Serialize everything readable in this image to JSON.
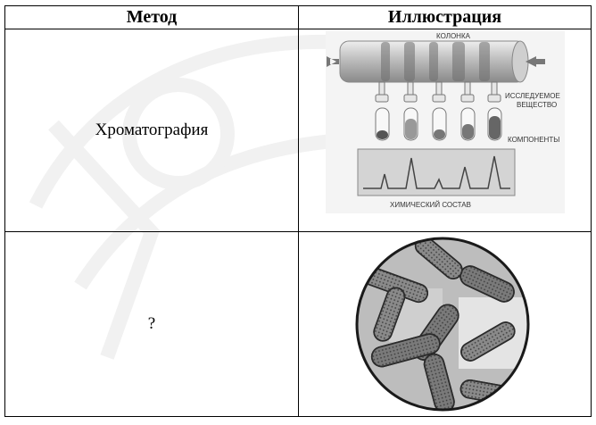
{
  "table": {
    "headers": {
      "method": "Метод",
      "illustration": "Иллюстрация"
    },
    "rows": [
      {
        "method": "Хроматография",
        "illustration": "chromatography-diagram"
      },
      {
        "method": "?",
        "illustration": "microscope-image"
      }
    ]
  },
  "chromatography_diagram": {
    "column_label": "КОЛОНКА",
    "sample_label_line1": "ИССЛЕДУЕМОЕ",
    "sample_label_line2": "ВЕЩЕСТВО",
    "components_label": "КОМПОНЕНТЫ",
    "composition_label": "ХИМИЧЕСКИЙ СОСТАВ"
  }
}
